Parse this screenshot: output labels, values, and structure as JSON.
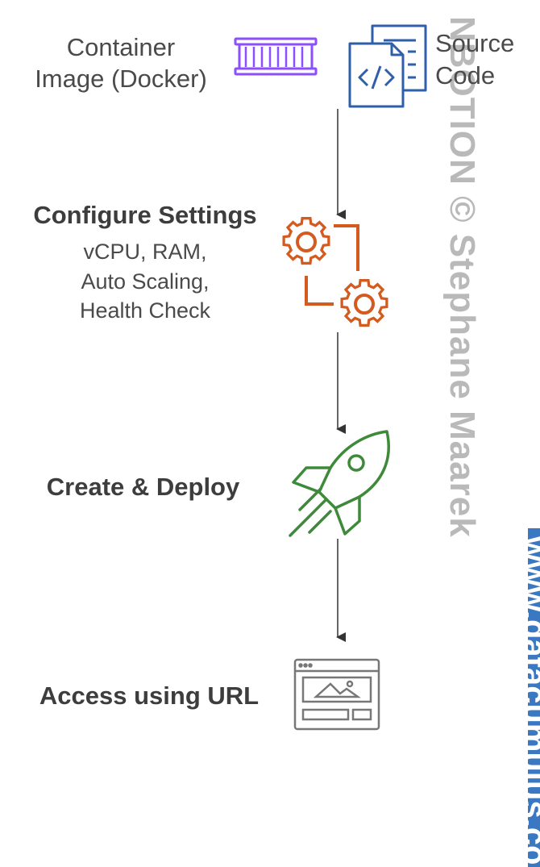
{
  "steps": {
    "container_image": "Container\nImage (Docker)",
    "source_code": "Source\nCode",
    "configure_title": "Configure Settings",
    "configure_details": "vCPU, RAM,\nAuto Scaling,\nHealth Check",
    "create_deploy": "Create & Deploy",
    "access_url": "Access using URL"
  },
  "watermark": {
    "text": "NBOTION © Stephane Maarek",
    "url": "www.datacumulus.com"
  },
  "icons": {
    "container": "container-icon",
    "source": "source-code-icon",
    "gears": "gears-icon",
    "rocket": "rocket-icon",
    "browser": "browser-window-icon"
  },
  "colors": {
    "container": "#8c4fff",
    "source": "#2e5fa8",
    "gears": "#d45b1f",
    "rocket": "#3f8a3a",
    "browser": "#777777",
    "arrow": "#333333"
  }
}
